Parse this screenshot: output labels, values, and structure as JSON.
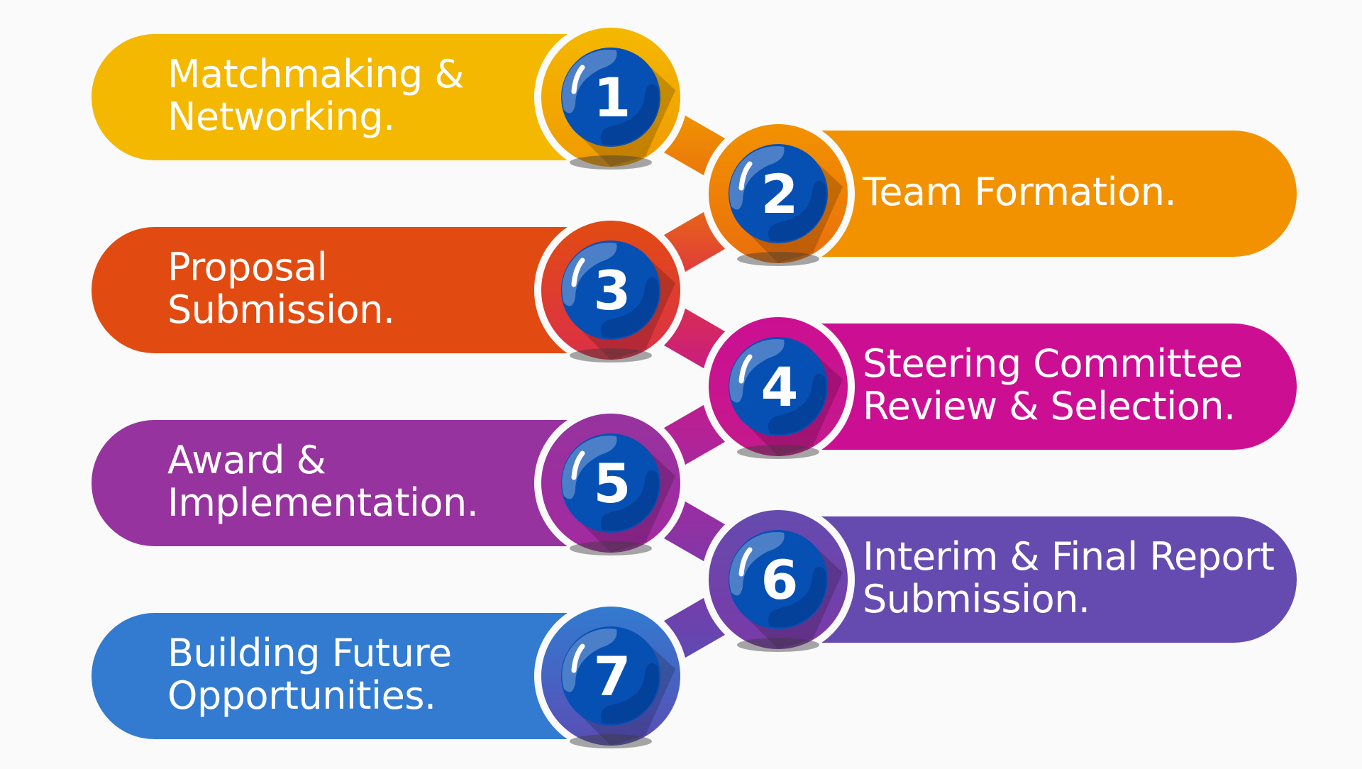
{
  "diagram": {
    "type": "numbered-process-steps",
    "steps": [
      {
        "number": "1",
        "title": "Matchmaking & Networking.",
        "lines": [
          "Matchmaking &",
          "Networking."
        ],
        "color": "#f4b800",
        "ring_color": "#f09a00"
      },
      {
        "number": "2",
        "title": "Team Formation.",
        "lines": [
          "Team Formation."
        ],
        "color": "#f29200",
        "ring_color": "#ea6f0c"
      },
      {
        "number": "3",
        "title": "Proposal Submission.",
        "lines": [
          "Proposal",
          "Submission."
        ],
        "color": "#e14b12",
        "ring_color": "#dc3048"
      },
      {
        "number": "4",
        "title": "Steering Committee Review & Selection.",
        "lines": [
          "Steering Committee",
          "Review & Selection."
        ],
        "color": "#cc0f92",
        "ring_color": "#c41a8c"
      },
      {
        "number": "5",
        "title": "Award & Implementation.",
        "lines": [
          "Award &",
          "Implementation."
        ],
        "color": "#96339e",
        "ring_color": "#a32aa0"
      },
      {
        "number": "6",
        "title": "Interim & Final Report Submission.",
        "lines": [
          "Interim & Final Report",
          "Submission."
        ],
        "color": "#654baf",
        "ring_color": "#7a3aa8"
      },
      {
        "number": "7",
        "title": "Building Future Opportunities.",
        "lines": [
          "Building Future",
          "Opportunities."
        ],
        "color": "#327bd0",
        "ring_color": "#5a4db5"
      }
    ],
    "ball_color": "#0650b4",
    "background": "#fafafa"
  }
}
